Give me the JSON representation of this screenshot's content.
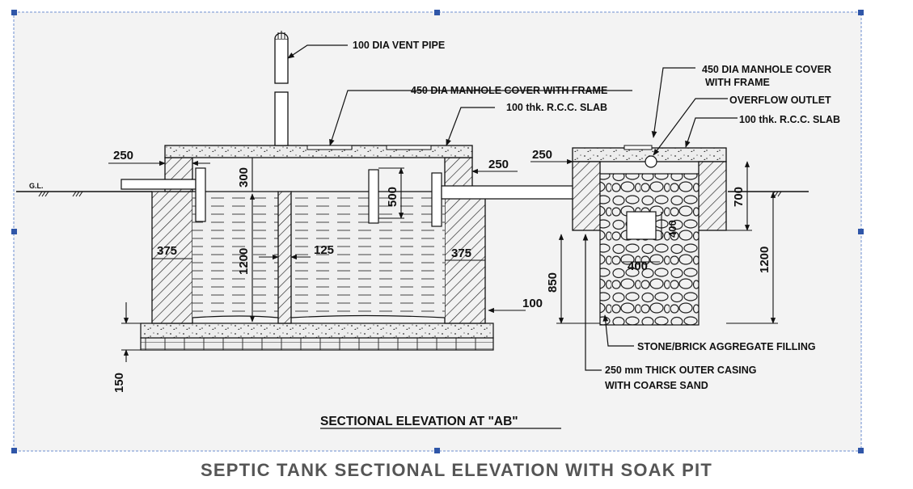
{
  "caption": "SEPTIC TANK SECTIONAL ELEVATION WITH SOAK PIT",
  "title": "SECTIONAL ELEVATION AT \"AB\"",
  "labels": {
    "vent_pipe": "100 DIA VENT PIPE",
    "tank_manhole": "450 DIA MANHOLE COVER WITH FRAME",
    "tank_slab": "100 thk. R.C.C. SLAB",
    "pit_manhole_1": "450 DIA MANHOLE COVER",
    "pit_manhole_2": "WITH FRAME",
    "overflow": "OVERFLOW OUTLET",
    "pit_slab": "100 thk. R.C.C. SLAB",
    "aggregate": "STONE/BRICK AGGREGATE FILLING",
    "casing_1": "250 mm THICK OUTER CASING",
    "casing_2": "WITH COARSE SAND",
    "ground": "G.L."
  },
  "dims": {
    "d250_left": "250",
    "d250_mid": "250",
    "d250_pit": "250",
    "d300": "300",
    "d500": "500",
    "d1200_tank": "1200",
    "d375_left": "375",
    "d375_right": "375",
    "d125": "125",
    "d100": "100",
    "d150": "150",
    "d850": "850",
    "d700": "700",
    "d1200_pit": "1200",
    "d400_v": "400",
    "d400_h": "400"
  }
}
